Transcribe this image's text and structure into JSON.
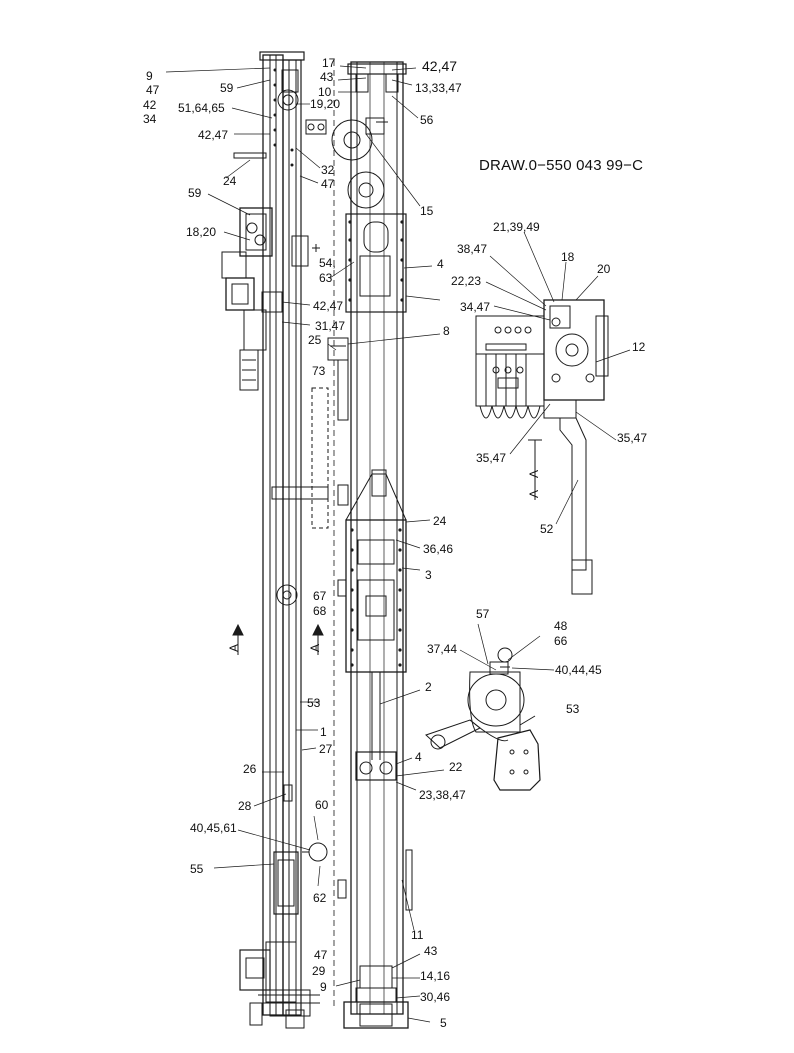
{
  "drawing_number": "DRAW.0−550 043 99−C",
  "section_marker": "A",
  "section_view_label": "A—A",
  "left_view": {
    "labels": [
      "9",
      "47",
      "42",
      "34",
      "59",
      "51,64,65",
      "42,47",
      "24",
      "59",
      "18,20",
      "32",
      "47",
      "54,",
      "63",
      "42,47",
      "31,47",
      "25",
      "73",
      "53",
      "1",
      "27",
      "26",
      "28",
      "60",
      "40,45,61",
      "55",
      "62",
      "19,20",
      "A",
      "A",
      "67",
      "68"
    ]
  },
  "center_view": {
    "labels": [
      "17",
      "43",
      "10",
      "42,47",
      "13,33,47",
      "56",
      "15",
      "4",
      "8",
      "24",
      "36,46",
      "3",
      "2",
      "4",
      "22",
      "23,38,47",
      "11",
      "47",
      "29",
      "9",
      "43",
      "14,16",
      "30,46",
      "5"
    ]
  },
  "section_view": {
    "labels": [
      "21,39,49",
      "18",
      "38,47",
      "20",
      "22,23",
      "34,47",
      "12",
      "35,47",
      "35,47",
      "52"
    ]
  },
  "detail_view": {
    "labels": [
      "57",
      "48",
      "66",
      "37,44",
      "40,44,45",
      "53"
    ]
  },
  "colors": {
    "line": "#1a1a1a",
    "background": "#ffffff"
  }
}
